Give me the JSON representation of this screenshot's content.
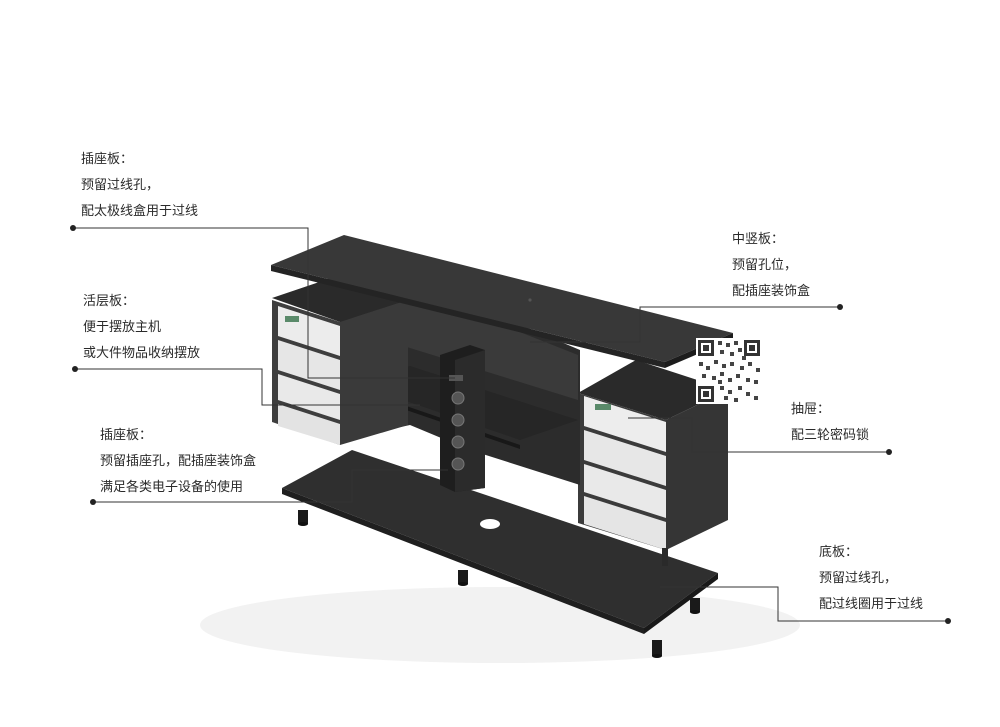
{
  "annotations": {
    "socket_top": {
      "title": "插座板：",
      "lines": [
        "预留过线孔，",
        "配太极线盒用于过线"
      ]
    },
    "adjustable_shelf": {
      "title": "活层板：",
      "lines": [
        "便于摆放主机",
        "或大件物品收纳摆放"
      ]
    },
    "socket_panel": {
      "title": "插座板：",
      "lines": [
        "预留插座孔，配插座装饰盒",
        "满足各类电子设备的使用"
      ]
    },
    "middle_vertical": {
      "title": "中竖板：",
      "lines": [
        "预留孔位，",
        "配插座装饰盒"
      ]
    },
    "drawer": {
      "title": "抽屉：",
      "lines": [
        "配三轮密码锁"
      ]
    },
    "base_board": {
      "title": "底板：",
      "lines": [
        "预留过线孔，",
        "配过线圈用于过线"
      ]
    }
  },
  "colors": {
    "panel_dark": "#3a3a3a",
    "panel_mid": "#2e2e2e",
    "drawer_white": "#efefef",
    "leader_line": "#333333"
  }
}
